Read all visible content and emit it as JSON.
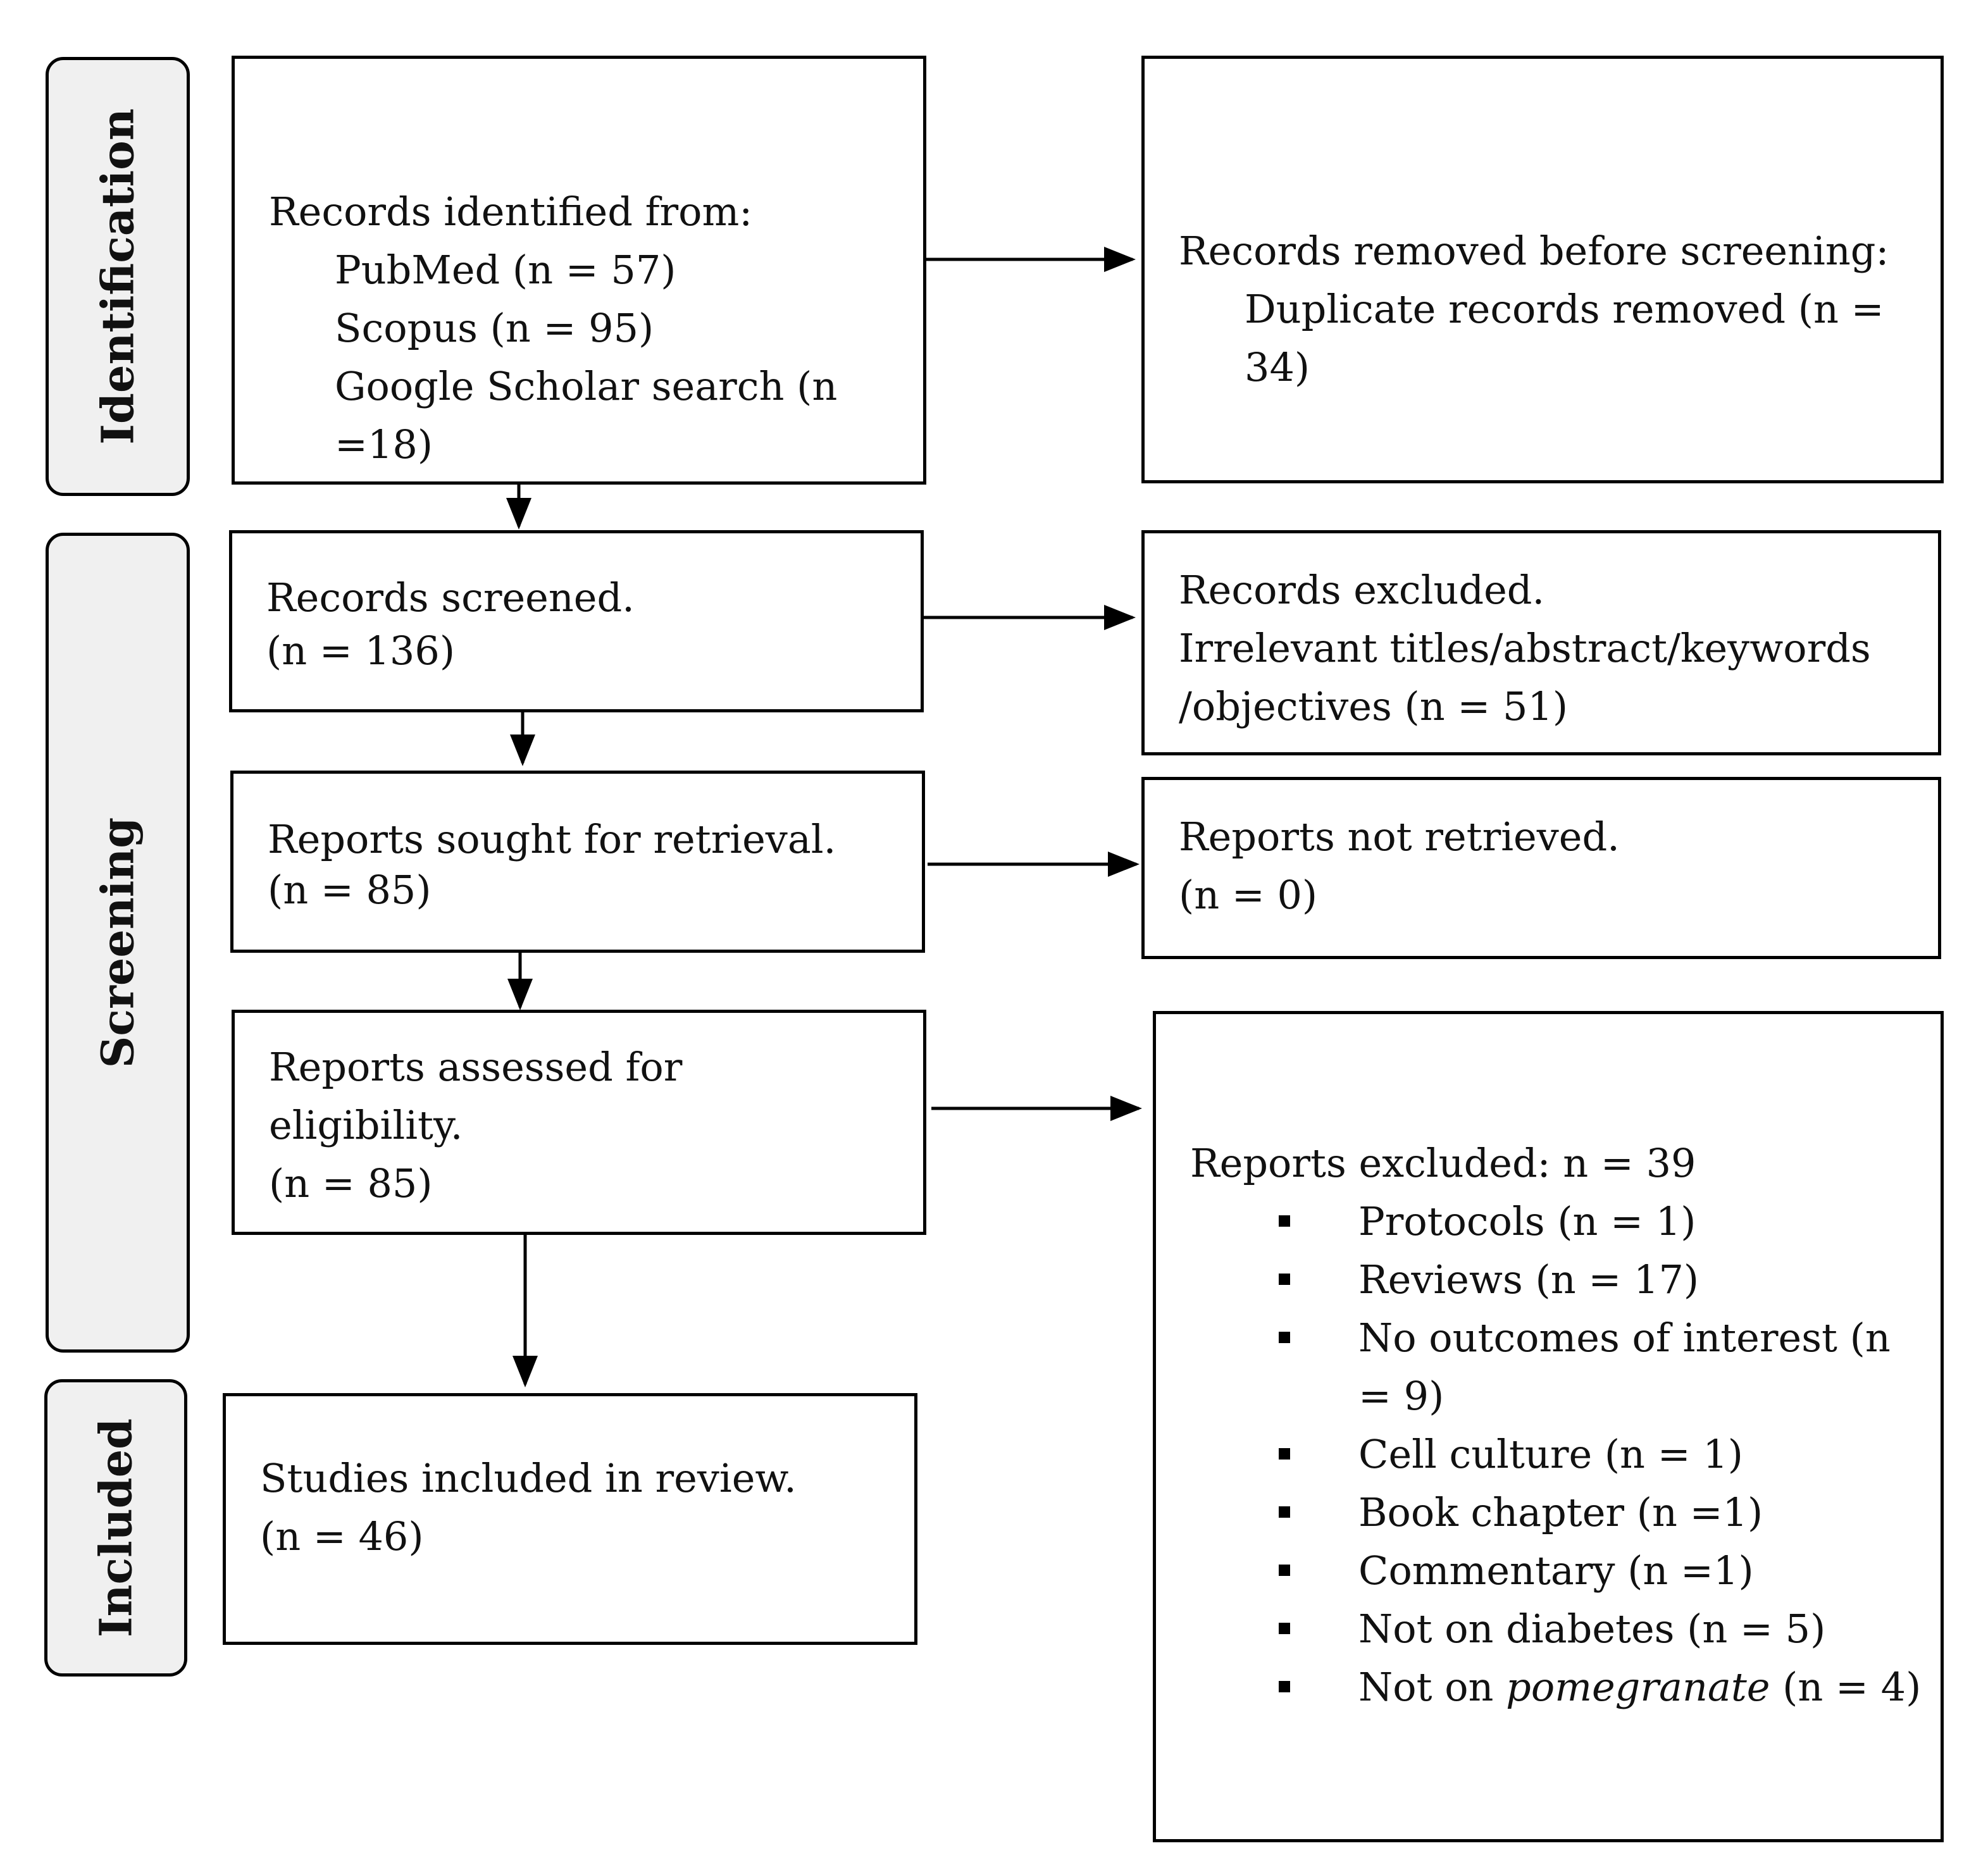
{
  "stages": {
    "identification": "Identification",
    "screening": "Screening",
    "included": "Included"
  },
  "identified": {
    "heading": "Records identified from:",
    "sources": [
      "PubMed (n = 57)",
      "Scopus (n = 95)",
      "Google Scholar search (n",
      "=18)"
    ]
  },
  "removed_before": {
    "heading": "Records removed before screening:",
    "line1": "Duplicate records removed (n =",
    "line2": "34)"
  },
  "screened": {
    "line1": "Records screened.",
    "line2": "(n = 136)"
  },
  "excluded_records": {
    "line1": "Records excluded.",
    "line2": "Irrelevant titles/abstract/keywords",
    "line3": "/objectives (n = 51)"
  },
  "sought": {
    "line1": "Reports sought for retrieval.",
    "line2": "(n = 85)"
  },
  "not_retrieved": {
    "line1": "Reports not retrieved.",
    "line2": "(n = 0)"
  },
  "assessed": {
    "line1": "Reports assessed for",
    "line2": "eligibility.",
    "line3": "(n = 85)"
  },
  "reports_excluded": {
    "heading": "Reports excluded: n = 39",
    "items": [
      "Protocols (n = 1)",
      "Reviews (n = 17)",
      "No outcomes of interest (n",
      "= 9)",
      "Cell culture (n = 1)",
      "Book chapter (n =1)",
      "Commentary (n =1)",
      "Not on diabetes (n = 5)"
    ],
    "last_prefix": "Not on ",
    "last_italic": "pomegranate",
    "last_suffix": " (n = 4)"
  },
  "included_studies": {
    "line1": "Studies included in review.",
    "line2": "(n = 46)"
  }
}
